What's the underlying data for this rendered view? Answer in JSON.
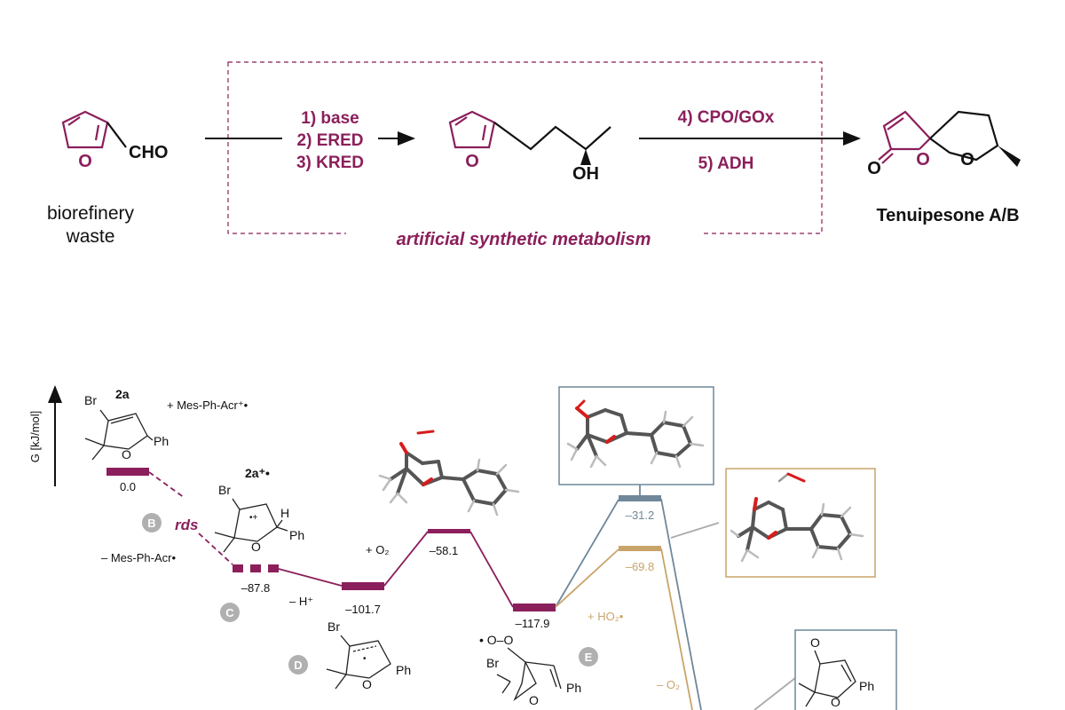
{
  "scheme": {
    "reagents_left": [
      "1) base",
      "2) ERED",
      "3) KRED"
    ],
    "reagents_right_top": "4) CPO/GOx",
    "reagents_right_bottom": "5) ADH",
    "cho": "CHO",
    "o": "O",
    "oh": "OH",
    "start_label_1": "biorefinery",
    "start_label_2": "waste",
    "product_label": "Tenuipesone A/B",
    "box_label": "artificial synthetic metabolism"
  },
  "diagram": {
    "y_axis_label": "G [kJ/mol]",
    "species_2a": "2a",
    "br": "Br",
    "ph": "Ph",
    "h": "H",
    "plus_acr": "+ Mes-Ph-Acr⁺•",
    "minus_acr": "– Mes-Ph-Acr•",
    "species_2a_radcat": "2a⁺•",
    "rds": "rds",
    "plus_o2": "+ O₂",
    "minus_h": "– H⁺",
    "plus_ho2": "+ HO₂•",
    "minus_o2": "– O₂",
    "radical_oo": "• O–O",
    "circle_b": "B",
    "circle_c": "C",
    "circle_d": "D",
    "circle_e": "E",
    "levels": [
      {
        "id": "2a",
        "value": "0.0"
      },
      {
        "id": "2a-radcat",
        "value": "–87.8"
      },
      {
        "id": "C",
        "value": "–101.7"
      },
      {
        "id": "TS-O2",
        "value": "–58.1"
      },
      {
        "id": "E",
        "value": "–117.9"
      },
      {
        "id": "blue-TS",
        "value": "–31.2"
      },
      {
        "id": "gold-TS",
        "value": "–69.8"
      }
    ]
  },
  "colors": {
    "plum": "#8b1f5b",
    "slate": "#6f8799",
    "gold": "#c9a46a",
    "grey": "#aaaaaa"
  }
}
